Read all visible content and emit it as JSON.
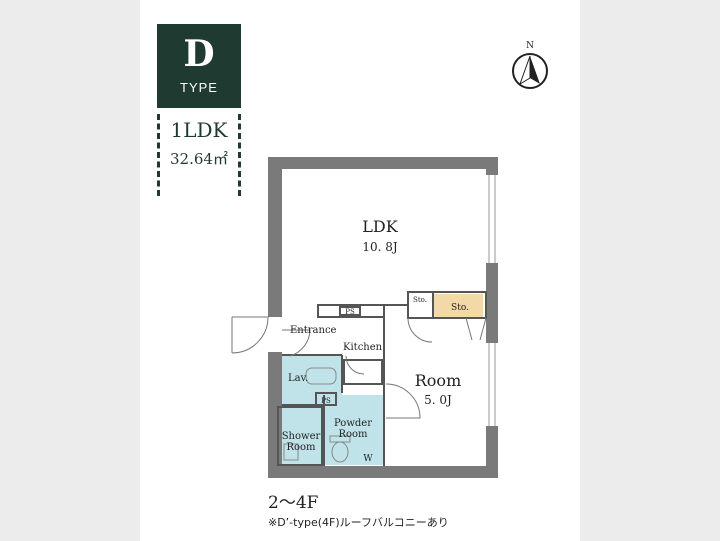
{
  "badge": {
    "letter": "D",
    "word": "TYPE"
  },
  "unit": {
    "layout": "1LDK",
    "area": "32.64㎡"
  },
  "compass": {
    "label": "N"
  },
  "rooms": {
    "ldk": {
      "name": "LDK",
      "size": "10. 8J"
    },
    "room": {
      "name": "Room",
      "size": "5. 0J"
    },
    "entrance": "Entrance",
    "kitchen": "Kitchen",
    "lav": "Lav.",
    "ps_top": "PS",
    "ps_bottom": "PS",
    "sto_small": "Sto.",
    "sto": "Sto.",
    "powder": [
      "Powder",
      "Room"
    ],
    "shower": [
      "Shower",
      "Room"
    ],
    "w": "W"
  },
  "footer": {
    "floors": "2～4F",
    "note": "※D’-type(4F)ルーフバルコニーあり"
  },
  "colors": {
    "badge": "#1f3a30",
    "wet_area": "#bfe3e9",
    "storage": "#f3d9a8",
    "wall": "#7a7a7a"
  }
}
